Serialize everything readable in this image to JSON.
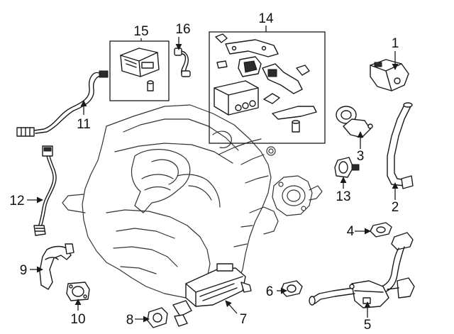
{
  "diagram": {
    "callouts": [
      {
        "id": "p1",
        "label": "1"
      },
      {
        "id": "p2",
        "label": "2"
      },
      {
        "id": "p3",
        "label": "3"
      },
      {
        "id": "p4",
        "label": "4"
      },
      {
        "id": "p5",
        "label": "5"
      },
      {
        "id": "p6",
        "label": "6"
      },
      {
        "id": "p7",
        "label": "7"
      },
      {
        "id": "p8",
        "label": "8"
      },
      {
        "id": "p9",
        "label": "9"
      },
      {
        "id": "p10",
        "label": "10"
      },
      {
        "id": "p11",
        "label": "11"
      },
      {
        "id": "p12",
        "label": "12"
      },
      {
        "id": "p13",
        "label": "13"
      },
      {
        "id": "p14",
        "label": "14"
      },
      {
        "id": "p15",
        "label": "15"
      },
      {
        "id": "p16",
        "label": "16"
      }
    ]
  }
}
